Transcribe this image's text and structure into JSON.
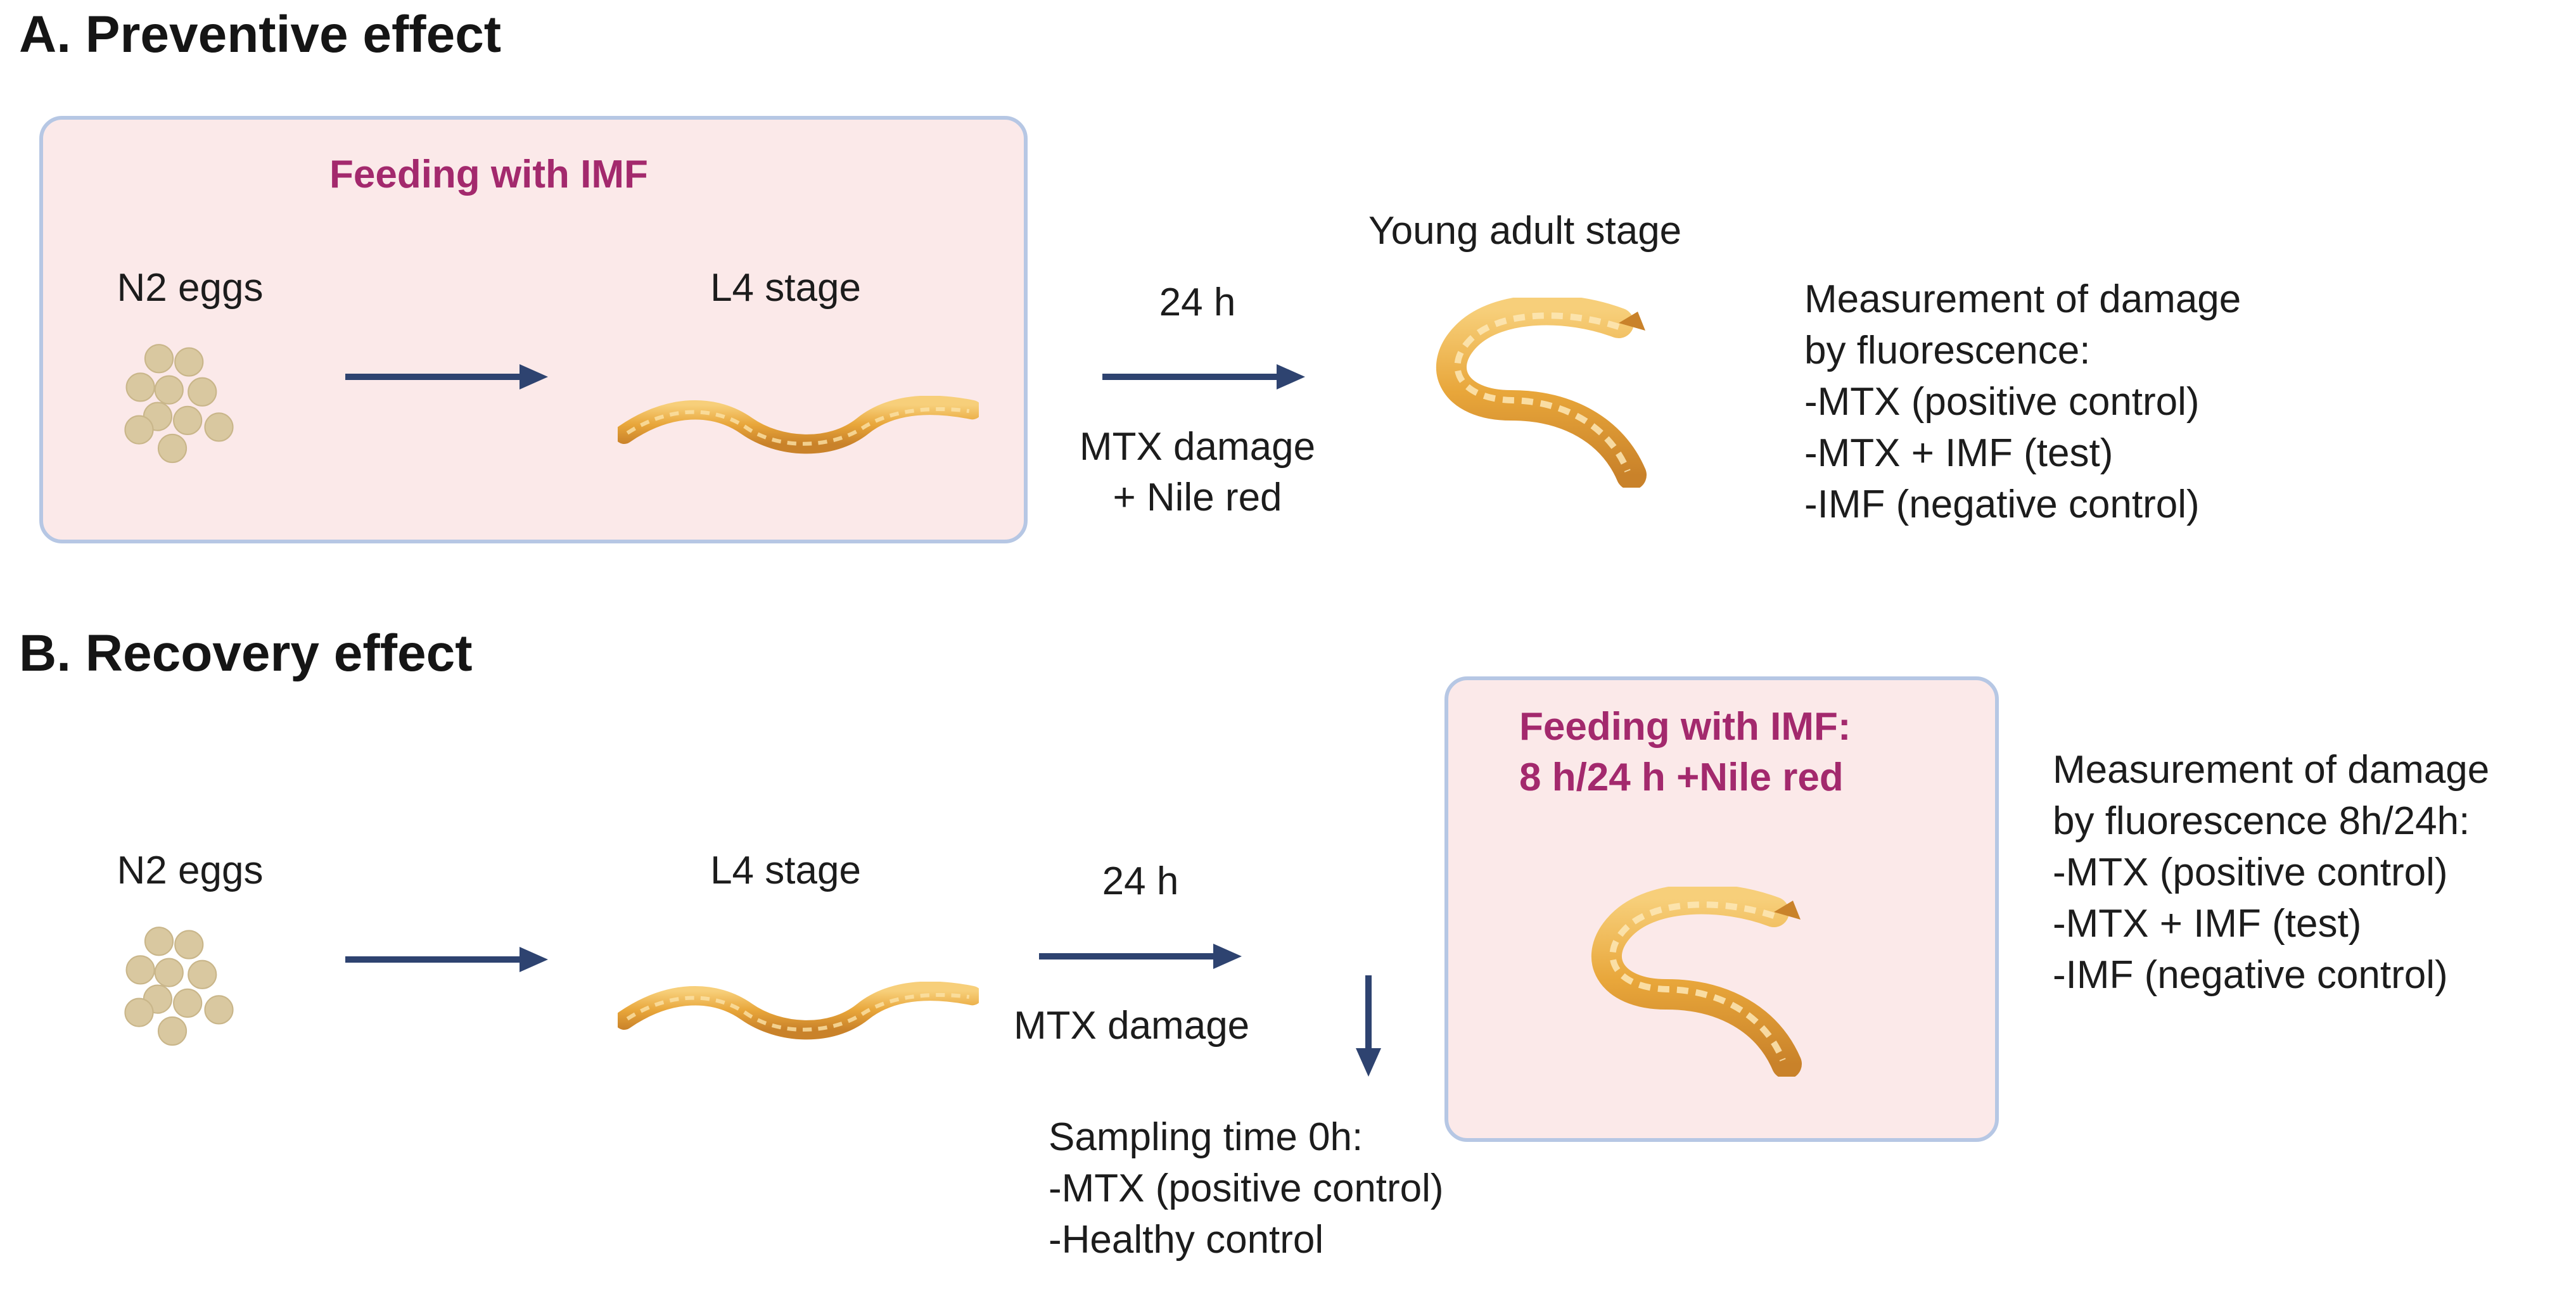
{
  "panel_a": {
    "heading": "A. Preventive effect",
    "feeding_label": "Feeding with IMF",
    "eggs_label": "N2 eggs",
    "l4_label": "L4 stage",
    "time_label": "24 h",
    "damage_label_1": "MTX damage",
    "damage_label_2": "+ Nile red",
    "adult_label": "Young adult stage",
    "measurement_lines": [
      "Measurement of damage",
      "by fluorescence:",
      "-MTX (positive control)",
      "-MTX + IMF (test)",
      "-IMF (negative control)"
    ]
  },
  "panel_b": {
    "heading": "B. Recovery effect",
    "eggs_label": "N2 eggs",
    "l4_label": "L4 stage",
    "time_label": "24 h",
    "damage_label": "MTX damage",
    "feeding_lines": [
      "Feeding with IMF:",
      "8 h/24 h +Nile red"
    ],
    "sampling_lines": [
      "Sampling time 0h:",
      "-MTX (positive control)",
      "-Healthy control"
    ],
    "measurement_lines": [
      "Measurement of damage",
      "by fluorescence 8h/24h:",
      "-MTX (positive control)",
      "-MTX + IMF (test)",
      "-IMF (negative control)"
    ]
  },
  "colors": {
    "box_fill": "#fbe9e9",
    "box_border": "#b6c7e4",
    "feeding_text": "#a3296d",
    "arrow": "#2e4370",
    "egg": "#d9c8a0",
    "worm": "#e8a63a"
  }
}
